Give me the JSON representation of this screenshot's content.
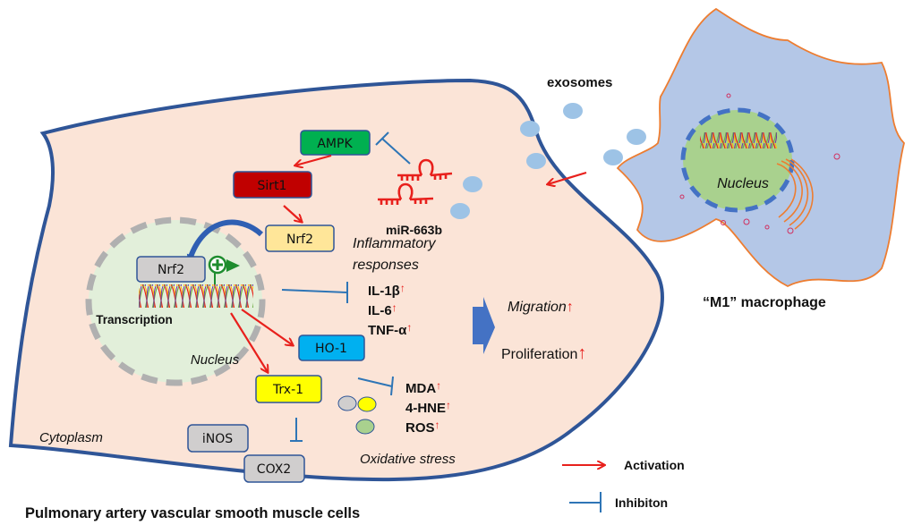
{
  "title": "Pulmonary artery vascular smooth muscle cells",
  "colors": {
    "cell_fill": "#fbe4d7",
    "cell_border": "#2f5597",
    "nucleus_fill": "#e2efda",
    "nucleus_border": "#b0b0b0",
    "macrophage_fill": "#b4c7e7",
    "macrophage_border": "#ed7d31",
    "macro_nucleus_fill": "#a9d18e",
    "exosome": "#9dc3e6",
    "activation": "#e8201c",
    "inhibition": "#2e75b6",
    "mirna": "#e8201c"
  },
  "cell": {
    "cytoplasm_label": "Cytoplasm",
    "nucleus_label": "Nucleus",
    "transcription_label": "Transcription"
  },
  "nodes": {
    "ampk": {
      "label": "AMPK",
      "fill": "#00b050"
    },
    "sirt1": {
      "label": "Sirt1",
      "fill": "#c00000"
    },
    "nrf2_cyto": {
      "label": "Nrf2",
      "fill": "#ffe699"
    },
    "nrf2_nuc": {
      "label": "Nrf2",
      "fill": "#d0cece"
    },
    "ho1": {
      "label": "HO-1",
      "fill": "#00b0f0"
    },
    "trx1": {
      "label": "Trx-1",
      "fill": "#ffff00"
    },
    "inos": {
      "label": "iNOS",
      "fill": "#d0cece"
    },
    "cox2": {
      "label": "COX2",
      "fill": "#d0cece"
    }
  },
  "mirna_label": "miR-663b",
  "inflammatory": {
    "heading_line1": "Inflammatory",
    "heading_line2": "responses",
    "items": [
      "IL-1β",
      "IL-6",
      "TNF-α"
    ]
  },
  "oxidative": {
    "heading": "Oxidative stress",
    "items": [
      "MDA",
      "4-HNE",
      "ROS"
    ]
  },
  "outcomes": {
    "migration": "Migration",
    "proliferation": "Proliferation"
  },
  "up_arrow": "↑",
  "exosomes_label": "exosomes",
  "macrophage": {
    "label": "“M1” macrophage",
    "nucleus_label": "Nucleus"
  },
  "legend": [
    {
      "type": "activation",
      "label": "Activation"
    },
    {
      "type": "inhibition",
      "label": "Inhibiton"
    }
  ]
}
